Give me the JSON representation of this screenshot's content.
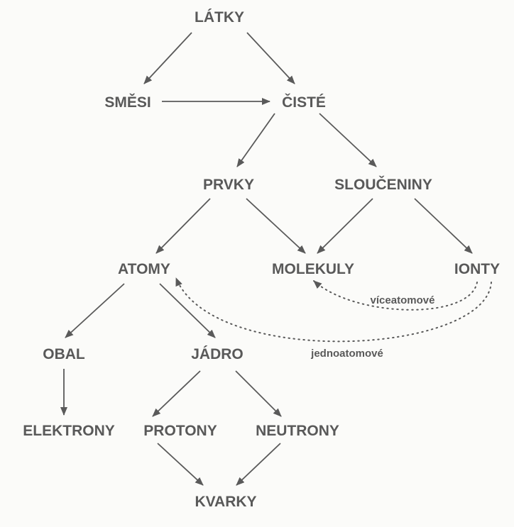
{
  "nodes": {
    "latky": "LÁTKY",
    "smesi": "SMĚSI",
    "ciste": "ČISTÉ",
    "prvky": "PRVKY",
    "slouceniny": "SLOUČENINY",
    "atomy": "ATOMY",
    "molekuly": "MOLEKULY",
    "ionty": "IONTY",
    "obal": "OBAL",
    "jadro": "JÁDRO",
    "elektrony": "ELEKTRONY",
    "protony": "PROTONY",
    "neutrony": "NEUTRONY",
    "kvarky": "KVARKY"
  },
  "edge_labels": {
    "viceatomove": "víceatomové",
    "jednoatomove": "jednoatomové"
  },
  "colors": {
    "ink": "#5a5a5a",
    "background": "#fbfbf9"
  }
}
